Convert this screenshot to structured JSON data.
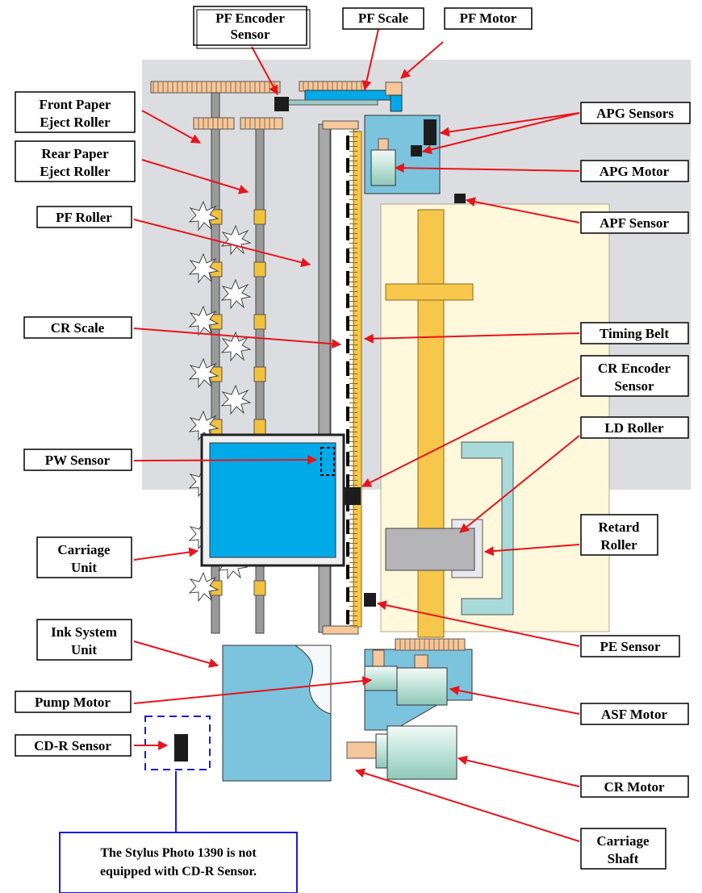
{
  "labels": {
    "pf_encoder_sensor": [
      "PF Encoder",
      "Sensor"
    ],
    "pf_scale": "PF Scale",
    "pf_motor": "PF Motor",
    "front_paper_eject_roller": [
      "Front Paper",
      "Eject Roller"
    ],
    "rear_paper_eject_roller": [
      "Rear Paper",
      "Eject Roller"
    ],
    "pf_roller": "PF Roller",
    "cr_scale": "CR Scale",
    "pw_sensor": "PW Sensor",
    "carriage_unit": [
      "Carriage",
      "Unit"
    ],
    "ink_system_unit": [
      "Ink System",
      "Unit"
    ],
    "pump_motor": "Pump Motor",
    "cdr_sensor": "CD-R Sensor",
    "apg_sensors": "APG Sensors",
    "apg_motor": "APG Motor",
    "apf_sensor": "APF Sensor",
    "timing_belt": "Timing Belt",
    "cr_encoder_sensor": [
      "CR Encoder",
      "Sensor"
    ],
    "ld_roller": "LD Roller",
    "retard_roller": [
      "Retard",
      "Roller"
    ],
    "pe_sensor": "PE Sensor",
    "asf_motor": "ASF Motor",
    "cr_motor": "CR Motor",
    "carriage_shaft": [
      "Carriage",
      "Shaft"
    ]
  },
  "note": [
    "The Stylus Photo 1390 is not",
    "equipped with CD-R Sensor."
  ],
  "colors": {
    "frame": "#dcdde0",
    "arrow": "#e8141c",
    "note_border": "#1c1cd8",
    "carriage_blue": "#00a9e8",
    "ink_unit": "#7cc3de",
    "belt": "#f6c74a",
    "asf_area": "#fff8dc",
    "motor_green": "#d6ece6"
  }
}
